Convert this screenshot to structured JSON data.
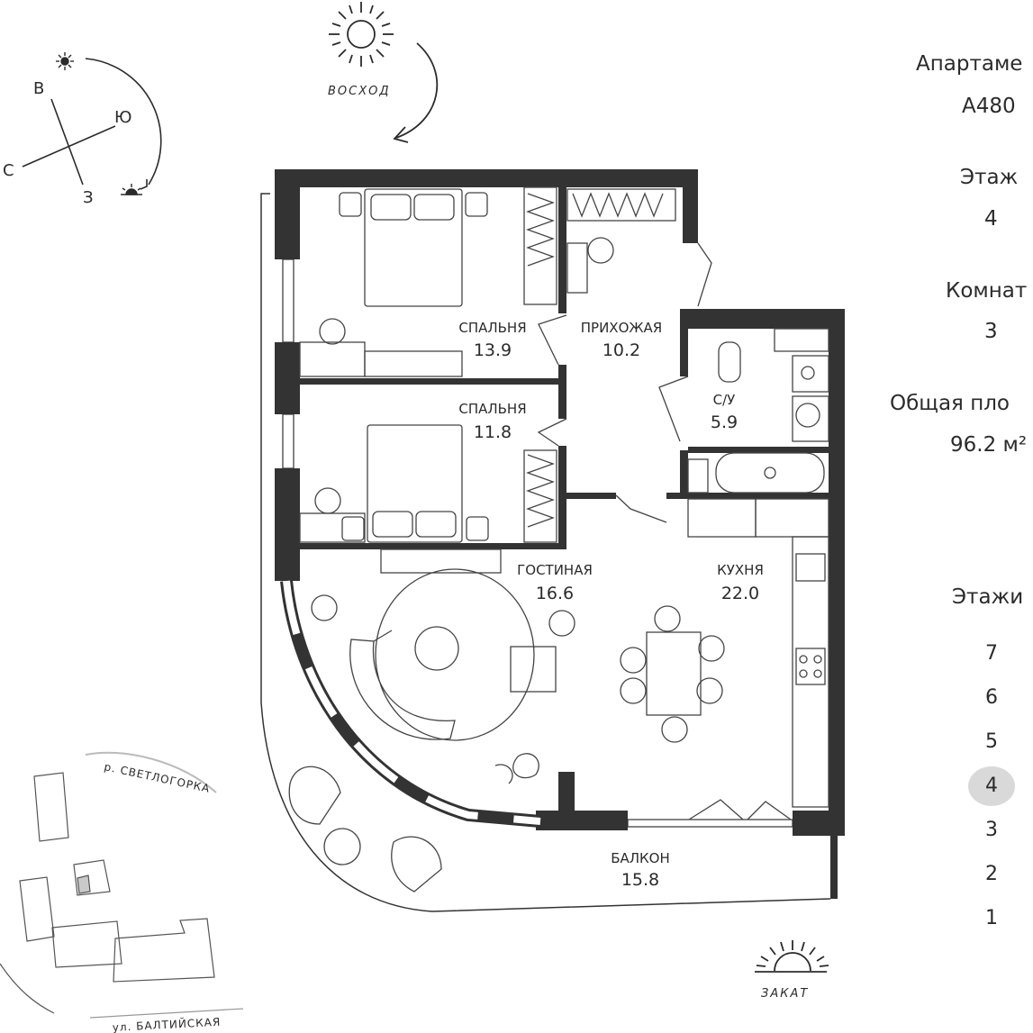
{
  "compass": {
    "letters": {
      "north": "С",
      "east": "В",
      "south": "Ю",
      "west": "З"
    },
    "sunrise_label": "ВОСХОД",
    "sunset_label": "ЗАКАТ"
  },
  "rooms": [
    {
      "name": "СПАЛЬНЯ",
      "area": "13.9"
    },
    {
      "name": "ПРИХОЖАЯ",
      "area": "10.2"
    },
    {
      "name": "СПАЛЬНЯ",
      "area": "11.8"
    },
    {
      "name": "С/У",
      "area": "5.9"
    },
    {
      "name": "ГОСТИНАЯ",
      "area": "16.6"
    },
    {
      "name": "КУХНЯ",
      "area": "22.0"
    },
    {
      "name": "БАЛКОН",
      "area": "15.8"
    }
  ],
  "site_map": {
    "river_label": "р. СВЕТЛОГОРКА",
    "street_label": "ул. БАЛТИЙСКАЯ"
  },
  "info": {
    "apartment_label": "Апартаме",
    "apartment_value": "А480",
    "floor_label": "Этаж",
    "floor_value": "4",
    "rooms_label": "Комнат",
    "rooms_value": "3",
    "area_label": "Общая пло",
    "area_value": "96.2 м²"
  },
  "floors": {
    "title": "Этажи",
    "items": [
      "7",
      "6",
      "5",
      "4",
      "3",
      "2",
      "1"
    ],
    "selected": "4"
  },
  "colors": {
    "wall": "#333333",
    "line": "#3a3a3a",
    "highlight": "#d9d9d9"
  }
}
